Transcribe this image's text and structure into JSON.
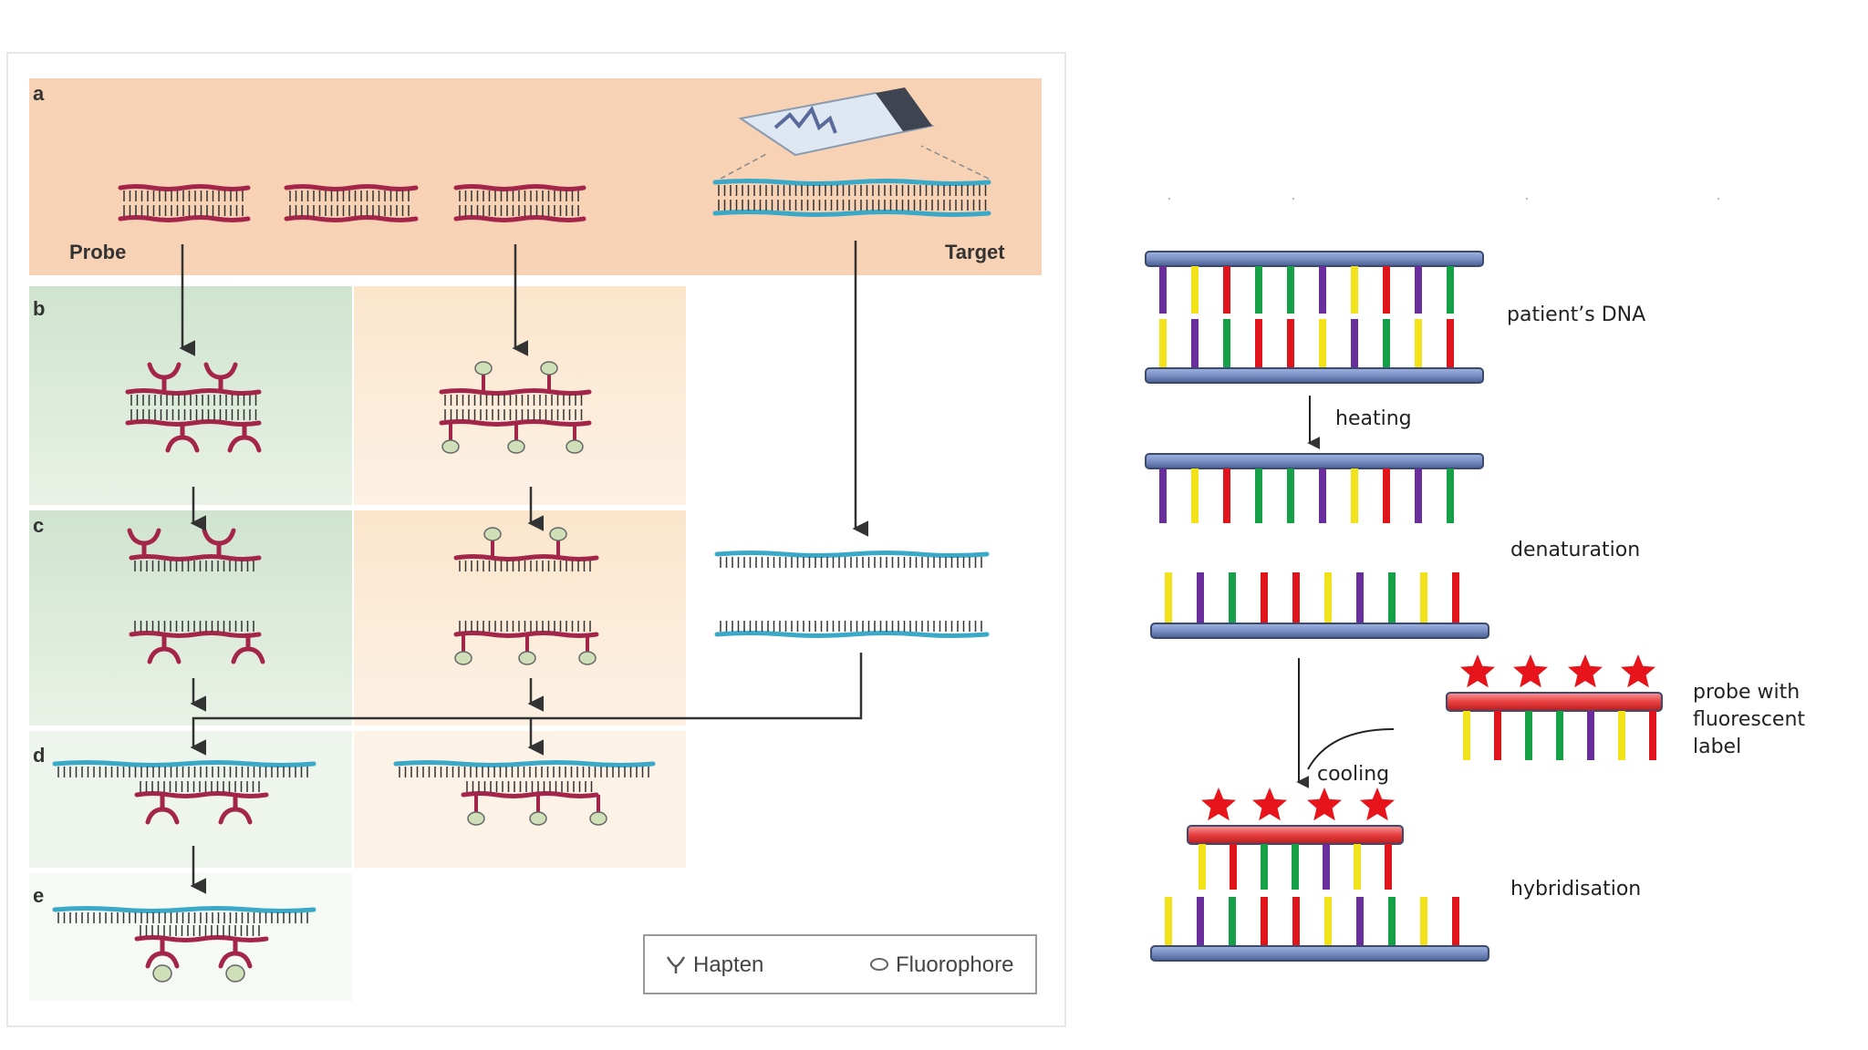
{
  "left_figure": {
    "panel_letters": [
      "a",
      "b",
      "c",
      "d",
      "e"
    ],
    "probe_label": "Probe",
    "target_label": "Target",
    "legend": {
      "hapten": "Hapten",
      "fluorophore": "Fluorophore"
    },
    "colors": {
      "probe": "#a3254a",
      "target": "#3aa9c8",
      "panel_a_bg": "#f8d2b4",
      "hapten_column_bg": "#d3e6d2",
      "fluorophore_column_bg": "#fbe9d2",
      "fluorophore_fill": "#cfe0b8"
    }
  },
  "right_figure": {
    "labels": {
      "patients_dna": "patient’s DNA",
      "heating": "heating",
      "denaturation": "denaturation",
      "probe_with_label": [
        "probe with",
        "fluorescent",
        "label"
      ],
      "cooling": "cooling",
      "hybridisation": "hybridisation"
    },
    "colors": {
      "backbone": "#6f86b8",
      "backbone_edge": "#3b4a70",
      "probe_bar": "#e43b3b",
      "star": "#e8141b",
      "purple": "#6a2e9c",
      "yellow": "#f2e21a",
      "red": "#e0141b",
      "green": "#16a047"
    },
    "sequence_top": [
      "purple",
      "yellow",
      "red",
      "green",
      "green",
      "purple",
      "yellow",
      "red",
      "purple",
      "green"
    ],
    "sequence_bottom": [
      "yellow",
      "purple",
      "green",
      "red",
      "red",
      "yellow",
      "purple",
      "green",
      "yellow",
      "red"
    ],
    "probe_sequence": [
      "yellow",
      "red",
      "green",
      "green",
      "purple",
      "yellow",
      "red"
    ]
  }
}
